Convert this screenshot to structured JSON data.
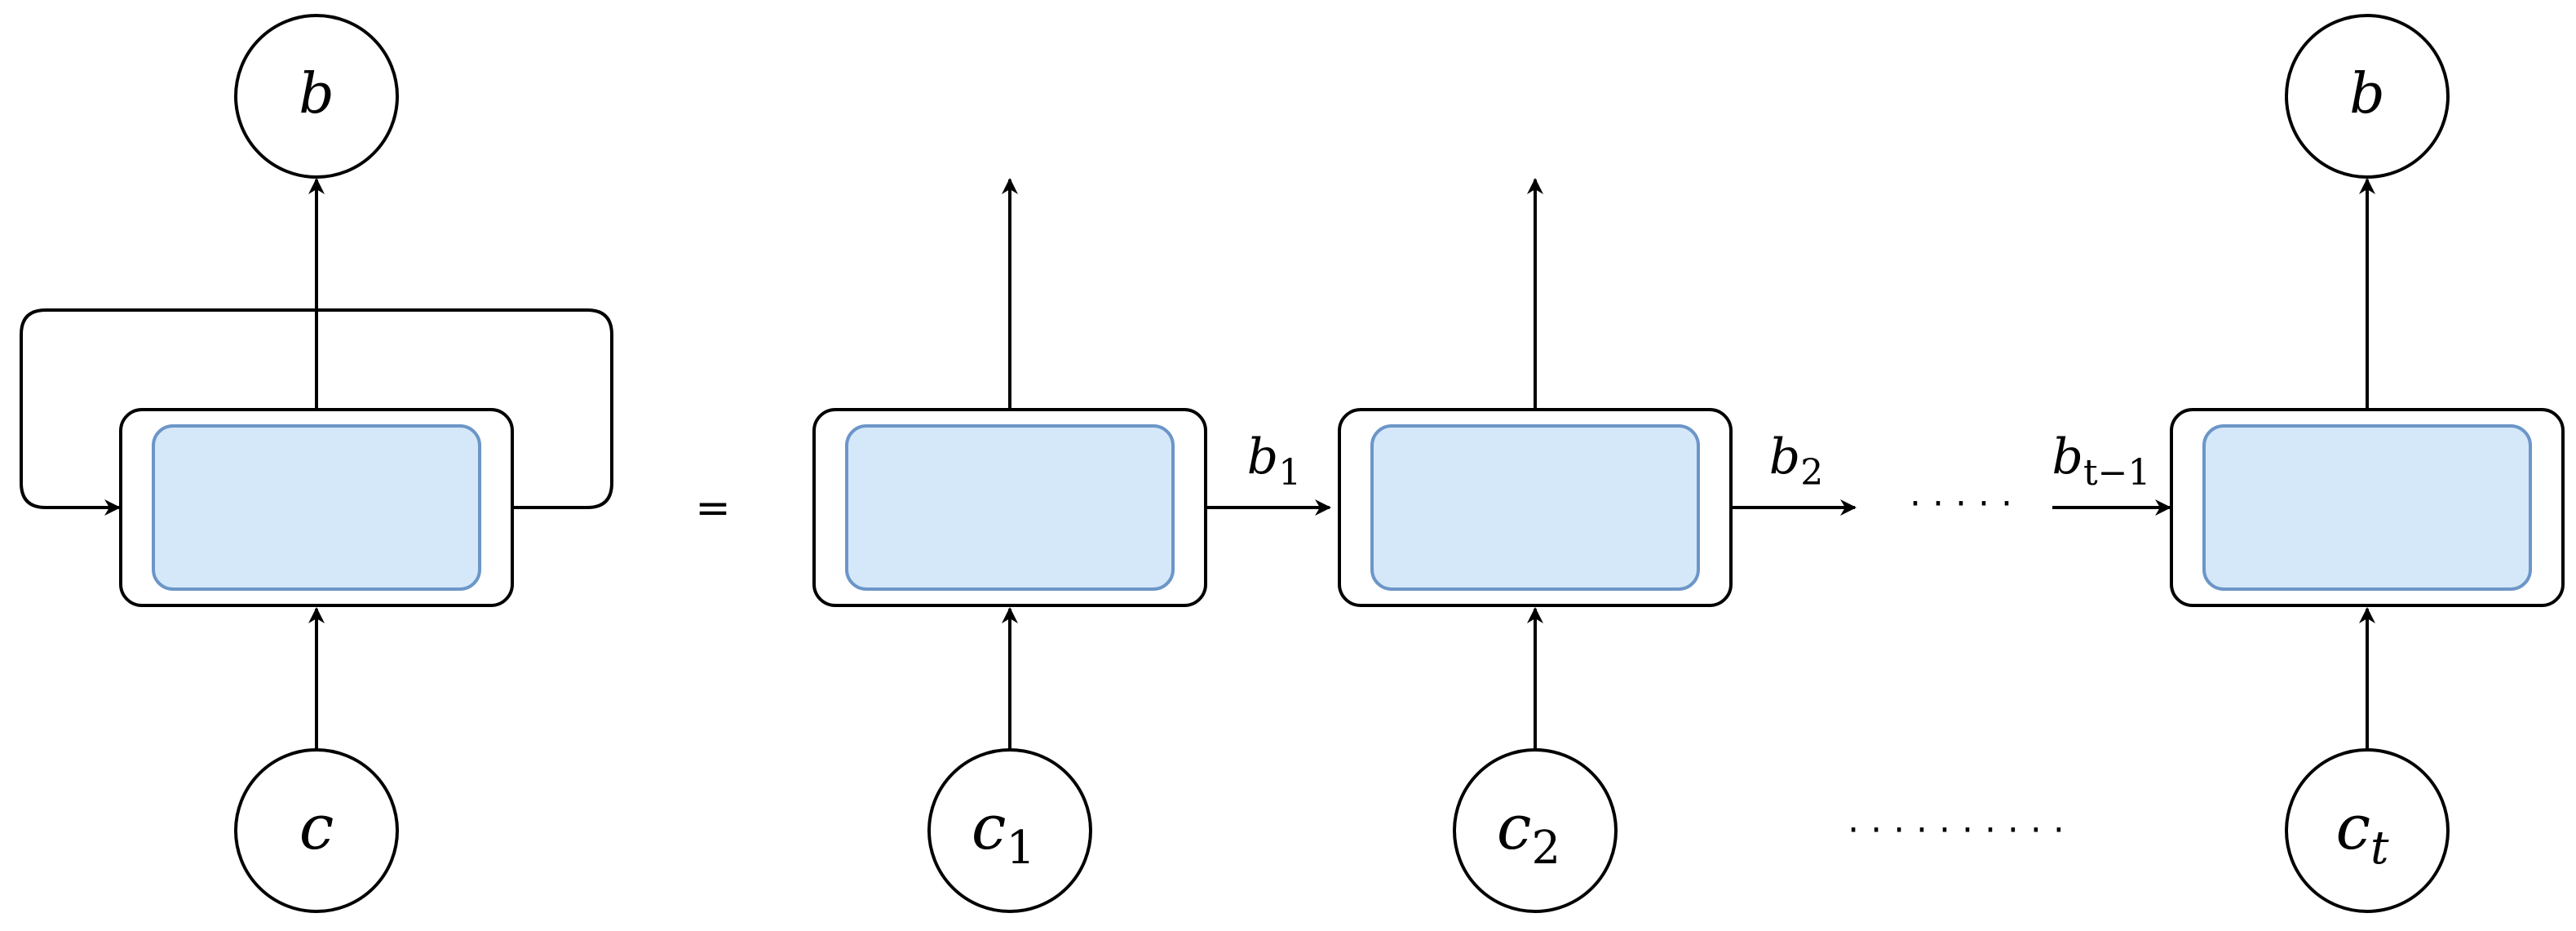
{
  "colors": {
    "cell_fill": "#d5e8f9",
    "cell_stroke": "#6c96c8",
    "line": "#000000",
    "background": "#ffffff"
  },
  "folded": {
    "output_label": "b",
    "input_label": "c"
  },
  "equals_sign": "=",
  "unrolled": {
    "cell_1": {
      "input_base": "c",
      "input_sub": "1",
      "state_base": "b",
      "state_sub": "1"
    },
    "cell_2": {
      "input_base": "c",
      "input_sub": "2",
      "state_base": "b",
      "state_sub": "2"
    },
    "cell_t": {
      "input_base": "c",
      "input_sub": "t",
      "incoming_state_base": "b",
      "incoming_state_sub": "t−1",
      "output_label": "b"
    },
    "middle_ellipsis": "· · · · ·",
    "bottom_ellipsis": "· · · · · · · · · ·"
  }
}
